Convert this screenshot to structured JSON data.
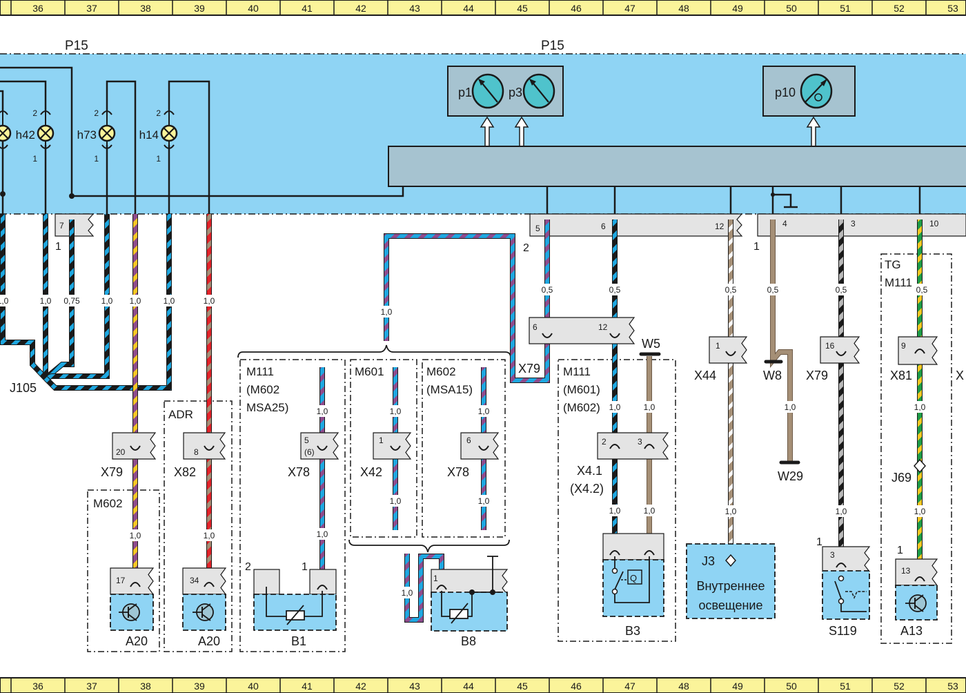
{
  "colors": {
    "ruler_fill": "#fbf49a",
    "panel_blue": "#8fd4f4",
    "module_gray": "#a6c3d0",
    "connector_gray": "#e4e4e4",
    "lamp_yellow": "#fbf49a",
    "gauge_teal": "#4fc3cc",
    "black": "#1a1a1a",
    "blue": "#1ea7e0",
    "purple": "#8e4b8c",
    "yellow": "#f6c823",
    "red": "#e2232a",
    "brown": "#a58f76",
    "white": "#ffffff",
    "gray": "#b8b8b8",
    "green": "#1d9c48"
  },
  "ruler": {
    "cells": [
      "36",
      "37",
      "38",
      "39",
      "40",
      "41",
      "42",
      "43",
      "44",
      "45",
      "46",
      "47",
      "48",
      "49",
      "50",
      "51",
      "52",
      "53"
    ]
  },
  "panel": {
    "title_left": "P15",
    "title_right": "P15",
    "lamps": [
      {
        "id": "h42",
        "pin_top": "2",
        "pin_bottom": "1"
      },
      {
        "id": "h73",
        "pin_top": "2",
        "pin_bottom": "1"
      },
      {
        "id": "h14",
        "pin_top": "2",
        "pin_bottom": "1"
      }
    ],
    "gauges_box1": [
      {
        "id": "p1"
      },
      {
        "id": "p3"
      }
    ],
    "gauges_box2": [
      {
        "id": "p10"
      }
    ]
  },
  "connectors": {
    "c1_pin": "7",
    "c1_label": "1",
    "c2_label": "2",
    "c2_pins": [
      "5",
      "6",
      "12"
    ],
    "c3_label": "1",
    "c3_pins": [
      "4",
      "3",
      "10"
    ]
  },
  "wire_sizes": {
    "left": [
      "1,0",
      "1,0",
      "0,75",
      "1,0",
      "1,0",
      "1,0",
      "1,0"
    ],
    "bus": "1,0",
    "x79_feed": "0,5",
    "p6": "0,5",
    "p12": "0,5",
    "p4": "0,5",
    "p3": "0,5",
    "p10": "0,5"
  },
  "components": {
    "j105": "J105",
    "adr": "ADR",
    "x79a": {
      "label": "X79",
      "pin": "20"
    },
    "x82": {
      "label": "X82",
      "pin": "8"
    },
    "m602": "M602",
    "a20a": {
      "label": "A20",
      "pin": "17",
      "size": "1,0"
    },
    "a20b": {
      "label": "A20",
      "pin": "34",
      "size": "1,0"
    },
    "m111_group": {
      "line1": "M111",
      "line2": "(M602",
      "line3": "MSA25)"
    },
    "x78a": {
      "label": "X78",
      "pin": "5",
      "pin_alt": "(6)",
      "size_top": "1,0",
      "size_bottom": "1,0"
    },
    "b1": {
      "label": "B1",
      "pin_left": "2",
      "pin_right": "1"
    },
    "m601": "M601",
    "x42": {
      "label": "X42",
      "pin": "1",
      "size_top": "1,0",
      "size_bottom": "1,0"
    },
    "m602_group": {
      "line1": "M602",
      "line2": "(MSA15)"
    },
    "x78b": {
      "label": "X78",
      "pin": "6",
      "size_top": "1,0",
      "size_bottom": "1,0"
    },
    "b8": {
      "label": "B8",
      "pin": "1",
      "size": "1,0"
    },
    "x79b": {
      "label": "X79",
      "pin_left": "6",
      "pin_right": "12"
    },
    "m111_b3": {
      "line1": "M111",
      "line2": "(M601)",
      "line3": "(M602)"
    },
    "w5": "W5",
    "x41": {
      "label": "X4.1",
      "label_alt": "(X4.2)",
      "pin_left": "2",
      "pin_right": "3",
      "size_a": "1,0",
      "size_b": "1,0",
      "size_c": "1,0",
      "size_d": "1,0"
    },
    "b3": {
      "label": "B3",
      "relay": "Q"
    },
    "x44": {
      "label": "X44",
      "pin": "1",
      "size": "1,0"
    },
    "j3": {
      "label": "J3",
      "text1": "Внутреннее",
      "text2": "освещение"
    },
    "w8": "W8",
    "w29": {
      "label": "W29",
      "size": "1,0"
    },
    "x79c": {
      "label": "X79",
      "pin": "16",
      "size": "1,0"
    },
    "s119": {
      "label": "S119",
      "pin": "3",
      "conn": "1"
    },
    "tg": {
      "line1": "TG",
      "line2": "M111"
    },
    "x81": {
      "label": "X81",
      "pin": "9",
      "size": "1,0"
    },
    "j69": {
      "label": "J69",
      "size": "1,0"
    },
    "a13": {
      "label": "A13",
      "pin": "13",
      "conn": "1"
    },
    "x_edge": "X"
  }
}
